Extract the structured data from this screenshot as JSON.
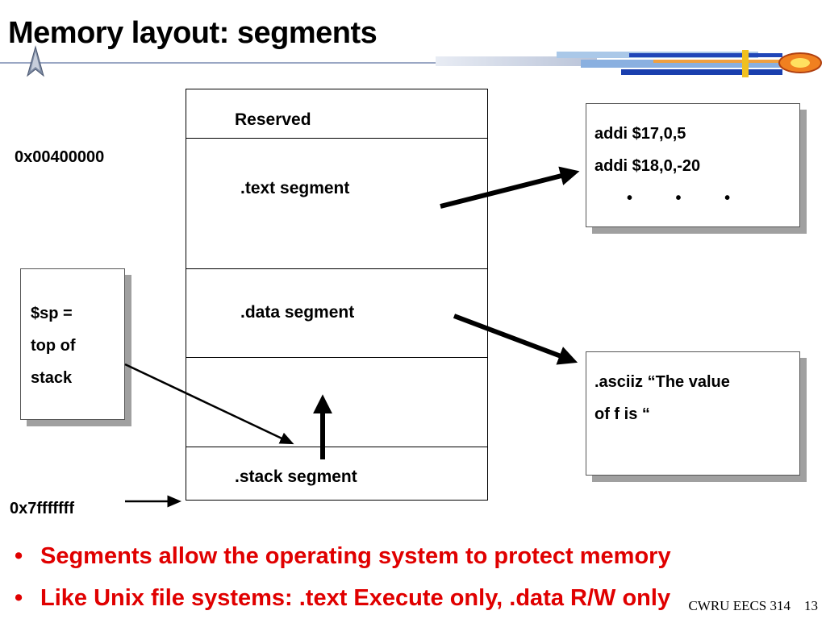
{
  "title": "Memory layout: segments",
  "memory": {
    "segments": [
      {
        "label": "Reserved"
      },
      {
        "label": ".text segment"
      },
      {
        "label": ".data segment"
      },
      {
        "label": ""
      },
      {
        "label": ".stack segment"
      }
    ]
  },
  "addresses": {
    "text_start": "0x00400000",
    "stack_top": "0x7fffffff"
  },
  "sp_box": {
    "lines": [
      "$sp =",
      "top of",
      "stack"
    ]
  },
  "text_box": {
    "lines": [
      "addi $17,0,5",
      "addi $18,0,-20"
    ],
    "dots": "• • •"
  },
  "data_box": {
    "lines": [
      ".asciiz “The value",
      "of f is “"
    ]
  },
  "bullets": [
    "Segments allow the operating system to protect memory",
    "Like Unix file systems: .text Execute only, .data R/W only"
  ],
  "footer": {
    "course": "CWRU EECS 314",
    "page": "13"
  },
  "colors": {
    "bullet_text": "#e00000",
    "header_line": "#9aa7c4"
  }
}
